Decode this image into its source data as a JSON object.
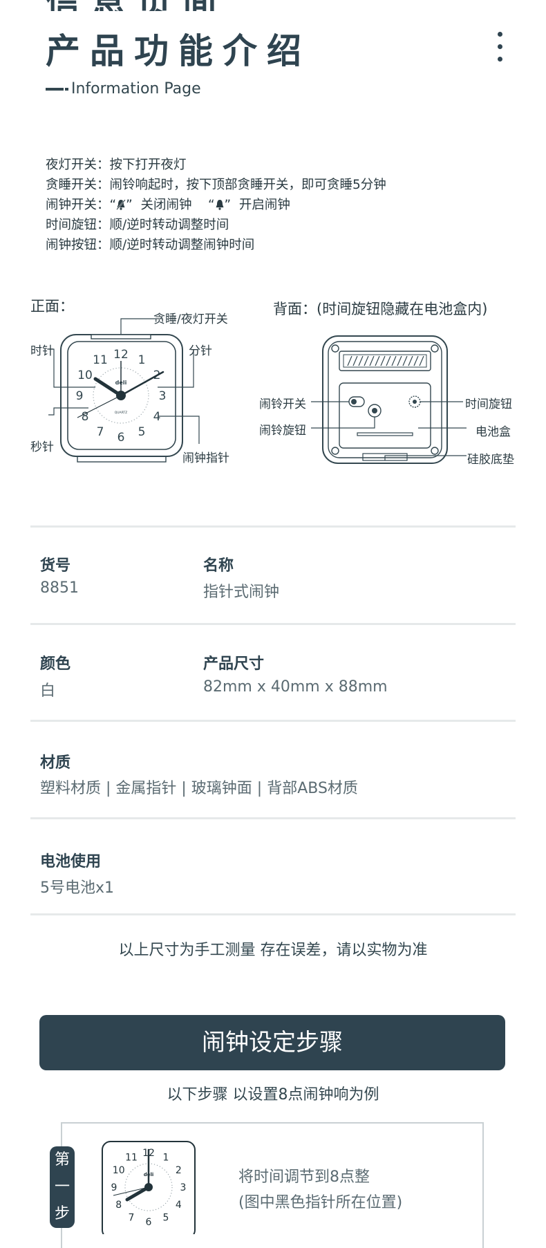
{
  "header": {
    "title_top": "信息页面",
    "title_main": "产品功能介绍",
    "subtitle": "Information Page"
  },
  "functions": {
    "line1": "夜灯开关：按下打开夜灯",
    "line2": "贪睡开关：闹铃响起时，按下顶部贪睡开关，即可贪睡5分钟",
    "line3_a": "闹钟开关：“",
    "line3_b": "”  关闭闹钟    “",
    "line3_c": "”  开启闹钟",
    "line4": "时间旋钮：顺/逆时转动调整时间",
    "line5": "闹钟按钮：顺/逆时转动调整闹钟时间"
  },
  "front": {
    "title": "正面：",
    "labels": {
      "snooze": "贪睡/夜灯开关",
      "hour": "时针",
      "minute": "分针",
      "second": "秒针",
      "alarm_hand": "闹钟指针"
    },
    "numbers": [
      "12",
      "1",
      "2",
      "3",
      "4",
      "5",
      "6",
      "7",
      "8",
      "9",
      "10",
      "11"
    ],
    "brand": "deli",
    "quartz": "QUARTZ"
  },
  "back": {
    "title": "背面：(时间旋钮隐藏在电池盒内)",
    "labels": {
      "alarm_switch": "闹铃开关",
      "alarm_knob": "闹铃旋钮",
      "time_knob": "时间旋钮",
      "battery_box": "电池盒",
      "pad": "硅胶底垫"
    }
  },
  "specs": {
    "item_no_label": "货号",
    "item_no": "8851",
    "name_label": "名称",
    "name": "指针式闹钟",
    "color_label": "颜色",
    "color": "白",
    "size_label": "产品尺寸",
    "size": "82mm x 40mm x 88mm",
    "material_label": "材质",
    "material": "塑料材质 | 金属指针 | 玻璃钟面 | 背部ABS材质",
    "battery_label": "电池使用",
    "battery": "5号电池x1"
  },
  "note": "以上尺寸为手工测量 存在误差，请以实物为准",
  "steps": {
    "banner": "闹钟设定步骤",
    "subtitle": "以下步骤 以设置8点闹钟响为例",
    "step1_tag": "第一步",
    "step1_line1": "将时间调节到8点整",
    "step1_line2": "(图中黑色指针所在位置)",
    "numbers": [
      "12",
      "1",
      "2",
      "3",
      "4",
      "5",
      "6",
      "7",
      "8",
      "9",
      "10",
      "11"
    ],
    "brand": "deli"
  },
  "colors": {
    "primary": "#2f4450",
    "text": "#33474f",
    "muted": "#5b6b72",
    "divider": "#e6e9ea"
  }
}
